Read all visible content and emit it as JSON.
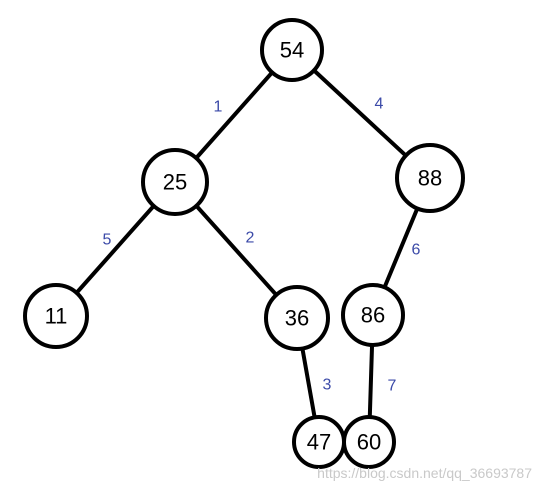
{
  "colors": {
    "node_stroke": "#000000",
    "node_fill": "#ffffff",
    "edge_label": "#3b4aa8",
    "watermark": "#c9c9c9"
  },
  "nodes": [
    {
      "id": "n54",
      "label": "54"
    },
    {
      "id": "n25",
      "label": "25"
    },
    {
      "id": "n88",
      "label": "88"
    },
    {
      "id": "n11",
      "label": "11"
    },
    {
      "id": "n36",
      "label": "36"
    },
    {
      "id": "n86",
      "label": "86"
    },
    {
      "id": "n47",
      "label": "47"
    },
    {
      "id": "n60",
      "label": "60"
    }
  ],
  "edges": [
    {
      "from": "54",
      "to": "25",
      "label": "1"
    },
    {
      "from": "25",
      "to": "36",
      "label": "2"
    },
    {
      "from": "36",
      "to": "47",
      "label": "3"
    },
    {
      "from": "54",
      "to": "88",
      "label": "4"
    },
    {
      "from": "25",
      "to": "11",
      "label": "5"
    },
    {
      "from": "88",
      "to": "86",
      "label": "6"
    },
    {
      "from": "86",
      "to": "60",
      "label": "7"
    }
  ],
  "watermark": "https://blog.csdn.net/qq_36693787"
}
